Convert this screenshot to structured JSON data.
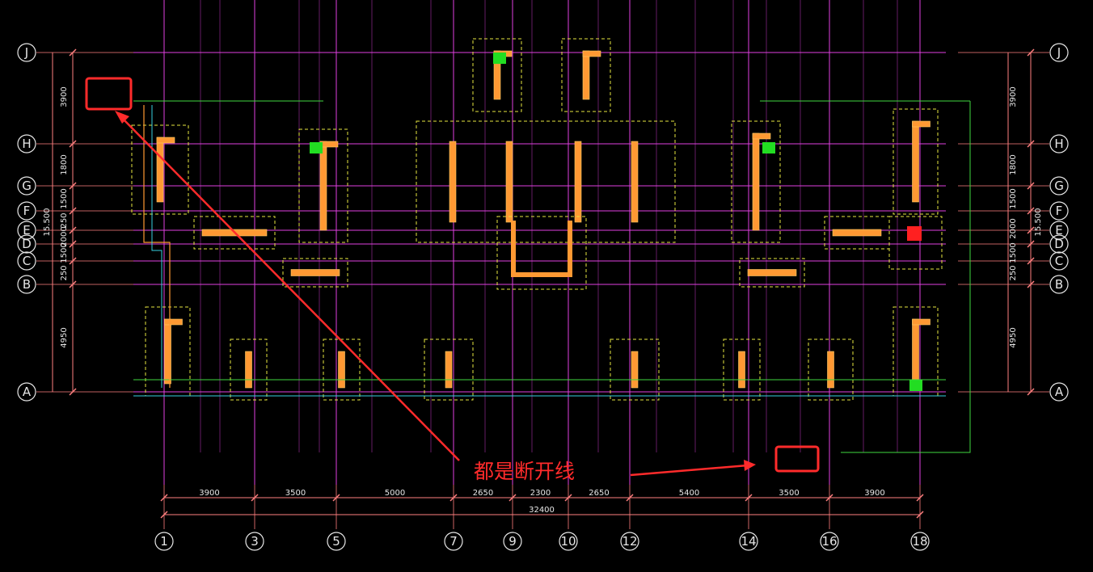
{
  "axes": {
    "horizontal": [
      "J",
      "H",
      "G",
      "F",
      "E",
      "D",
      "C",
      "B",
      "A"
    ],
    "vertical": [
      "1",
      "3",
      "5",
      "7",
      "9",
      "10",
      "12",
      "14",
      "16",
      "18"
    ]
  },
  "dims": {
    "bottom_segments": [
      "3900",
      "3500",
      "5000",
      "2650",
      "2300",
      "2650",
      "5400",
      "3500",
      "3900"
    ],
    "bottom_total": "32400",
    "left_segments": [
      "3900",
      "1800",
      "1500",
      "250",
      "2000",
      "1500",
      "250",
      "4950"
    ],
    "left_total": "15.500",
    "right_segments": [
      "3900",
      "1800",
      "1500",
      "2000",
      "1500",
      "250",
      "4950"
    ],
    "right_total": "15.500"
  },
  "annotation": {
    "text": "都是断开线",
    "color": "#ff2b2b"
  },
  "colors": {
    "axis_line": "#e040e0",
    "dim_line": "#ff7f7f",
    "foundation_outline": "#e6e640",
    "wall": "#ff9933",
    "rebar_line": "#3fd93f",
    "cyan_line": "#36d0e0",
    "grid_text": "#e6e6e6"
  }
}
